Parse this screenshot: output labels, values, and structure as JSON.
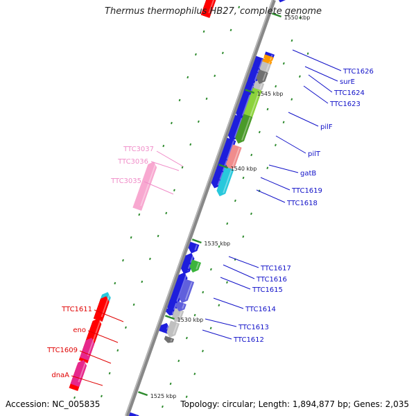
{
  "title": "Thermus thermophilus HB27, complete genome",
  "footer": {
    "accession": "Accession: NC_005835",
    "topology": "Topology: circular; Length: 1,894,877 bp; Genes: 2,035"
  },
  "colors": {
    "backbone": "#888888",
    "dots": "#2e8b2e",
    "tick": "#2e8b2e",
    "label_right": "#1010c8",
    "label_pink": "#f08cc8",
    "label_red": "#e00000"
  },
  "ticks": [
    {
      "kbp": 1550,
      "label": "1550 kbp"
    },
    {
      "kbp": 1545,
      "label": "1545 kbp"
    },
    {
      "kbp": 1540,
      "label": "1540 kbp"
    },
    {
      "kbp": 1535,
      "label": "1535 kbp"
    },
    {
      "kbp": 1530,
      "label": "1530 kbp"
    },
    {
      "kbp": 1525,
      "label": "1525 kbp"
    }
  ],
  "genes": [
    {
      "color": "#1e1edc",
      "lane": "R1",
      "dir": "down"
    },
    {
      "color": "#1e1edc",
      "lane": "R1",
      "dir": "down"
    },
    {
      "color": "#1e1edc",
      "lane": "R1",
      "dir": "down"
    },
    {
      "color": "#1e1edc",
      "lane": "R1",
      "dir": "down"
    },
    {
      "color": "#1e1edc",
      "lane": "R1",
      "dir": "down"
    },
    {
      "color": "#1e1edc",
      "lane": "R1",
      "dir": "down"
    },
    {
      "color": "#1e1edc",
      "lane": "R1",
      "dir": "down"
    },
    {
      "color": "#1e1edc",
      "lane": "R1",
      "dir": "down"
    },
    {
      "color": "#1e1edc",
      "lane": "R1",
      "dir": "down"
    },
    {
      "color": "#1e1edc",
      "lane": "R1",
      "dir": "up"
    },
    {
      "color": "#1e1edc",
      "lane": "R1",
      "dir": "down"
    },
    {
      "color": "#1e1edc",
      "lane": "R1",
      "dir": "up"
    },
    {
      "color": "#1e1edc",
      "lane": "R1",
      "dir": "down"
    },
    {
      "color": "#1e1edc",
      "lane": "R1",
      "dir": "down"
    },
    {
      "color": "#1e1edc",
      "lane": "R1",
      "dir": "up"
    },
    {
      "color": "#1e1edc",
      "lane": "R1",
      "dir": "down"
    },
    {
      "color": "#1e1edc",
      "lane": "R1",
      "dir": "down"
    },
    {
      "color": "#1e1edc",
      "lane": "R1",
      "dir": "down"
    },
    {
      "color": "#1e1edc",
      "lane": "R1",
      "dir": "down"
    },
    {
      "color": "#1e1edc",
      "lane": "R2",
      "dir": "down"
    },
    {
      "color": "#ff9900",
      "lane": "R2",
      "dir": "down"
    },
    {
      "color": "#ff9900",
      "lane": "R2",
      "dir": "down"
    },
    {
      "color": "#3cb43c",
      "lane": "R2",
      "dir": "down"
    },
    {
      "color": "#c0c0c0",
      "lane": "R2",
      "dir": "down"
    },
    {
      "color": "#c0c0c0",
      "lane": "R2",
      "dir": "down"
    },
    {
      "color": "#707070",
      "lane": "R2",
      "dir": "down"
    },
    {
      "color": "#c0c0c0",
      "lane": "R2",
      "dir": "down"
    },
    {
      "color": "#8cd23c",
      "lane": "R2",
      "dir": "down"
    },
    {
      "color": "#4a9a2a",
      "lane": "R2",
      "dir": "down"
    },
    {
      "color": "#f08c8c",
      "lane": "R2",
      "dir": "down"
    },
    {
      "color": "#28c8dc",
      "lane": "R2",
      "dir": "down"
    },
    {
      "color": "#6060dc",
      "lane": "R2",
      "dir": "down"
    },
    {
      "color": "#6060dc",
      "lane": "R2",
      "dir": "down"
    },
    {
      "color": "#c0c0c0",
      "lane": "R2",
      "dir": "down"
    },
    {
      "color": "#707070",
      "lane": "R2",
      "dir": "down"
    },
    {
      "color": "#28c8dc",
      "lane": "L1",
      "dir": "up"
    },
    {
      "color": "#ff0000",
      "lane": "L1",
      "dir": "up"
    },
    {
      "color": "#f8a8d0",
      "lane": "L1",
      "dir": "up"
    },
    {
      "color": "#28c8dc",
      "lane": "L1",
      "dir": "up"
    },
    {
      "color": "#28c8dc",
      "lane": "L1",
      "dir": "up"
    },
    {
      "color": "#ff0000",
      "lane": "L1",
      "dir": "up"
    },
    {
      "color": "#ff0000",
      "lane": "L1",
      "dir": "up"
    },
    {
      "color": "#ff0000",
      "lane": "L1",
      "dir": "up"
    },
    {
      "color": "#ff0000",
      "lane": "L1",
      "dir": "up"
    },
    {
      "color": "#e6288c",
      "lane": "L1",
      "dir": "up"
    },
    {
      "color": "#e6288c",
      "lane": "L1",
      "dir": "up"
    },
    {
      "color": "#1e1edc",
      "lane": "R1",
      "dir": "down"
    }
  ],
  "labels_right": [
    {
      "text": "TTC1626"
    },
    {
      "text": "surE"
    },
    {
      "text": "TTC1624"
    },
    {
      "text": "TTC1623"
    },
    {
      "text": "pilF"
    },
    {
      "text": "pilT"
    },
    {
      "text": "gatB"
    },
    {
      "text": "TTC1619"
    },
    {
      "text": "TTC1618"
    },
    {
      "text": "TTC1617"
    },
    {
      "text": "TTC1616"
    },
    {
      "text": "TTC1615"
    },
    {
      "text": "TTC1614"
    },
    {
      "text": "TTC1613"
    },
    {
      "text": "TTC1612"
    }
  ],
  "labels_left_pink": [
    {
      "text": "TTC3037"
    },
    {
      "text": "TTC3036"
    },
    {
      "text": "TTC3035"
    }
  ],
  "labels_left_red": [
    {
      "text": "TTC1611"
    },
    {
      "text": "eno"
    },
    {
      "text": "TTC1609"
    },
    {
      "text": "dnaA"
    }
  ]
}
